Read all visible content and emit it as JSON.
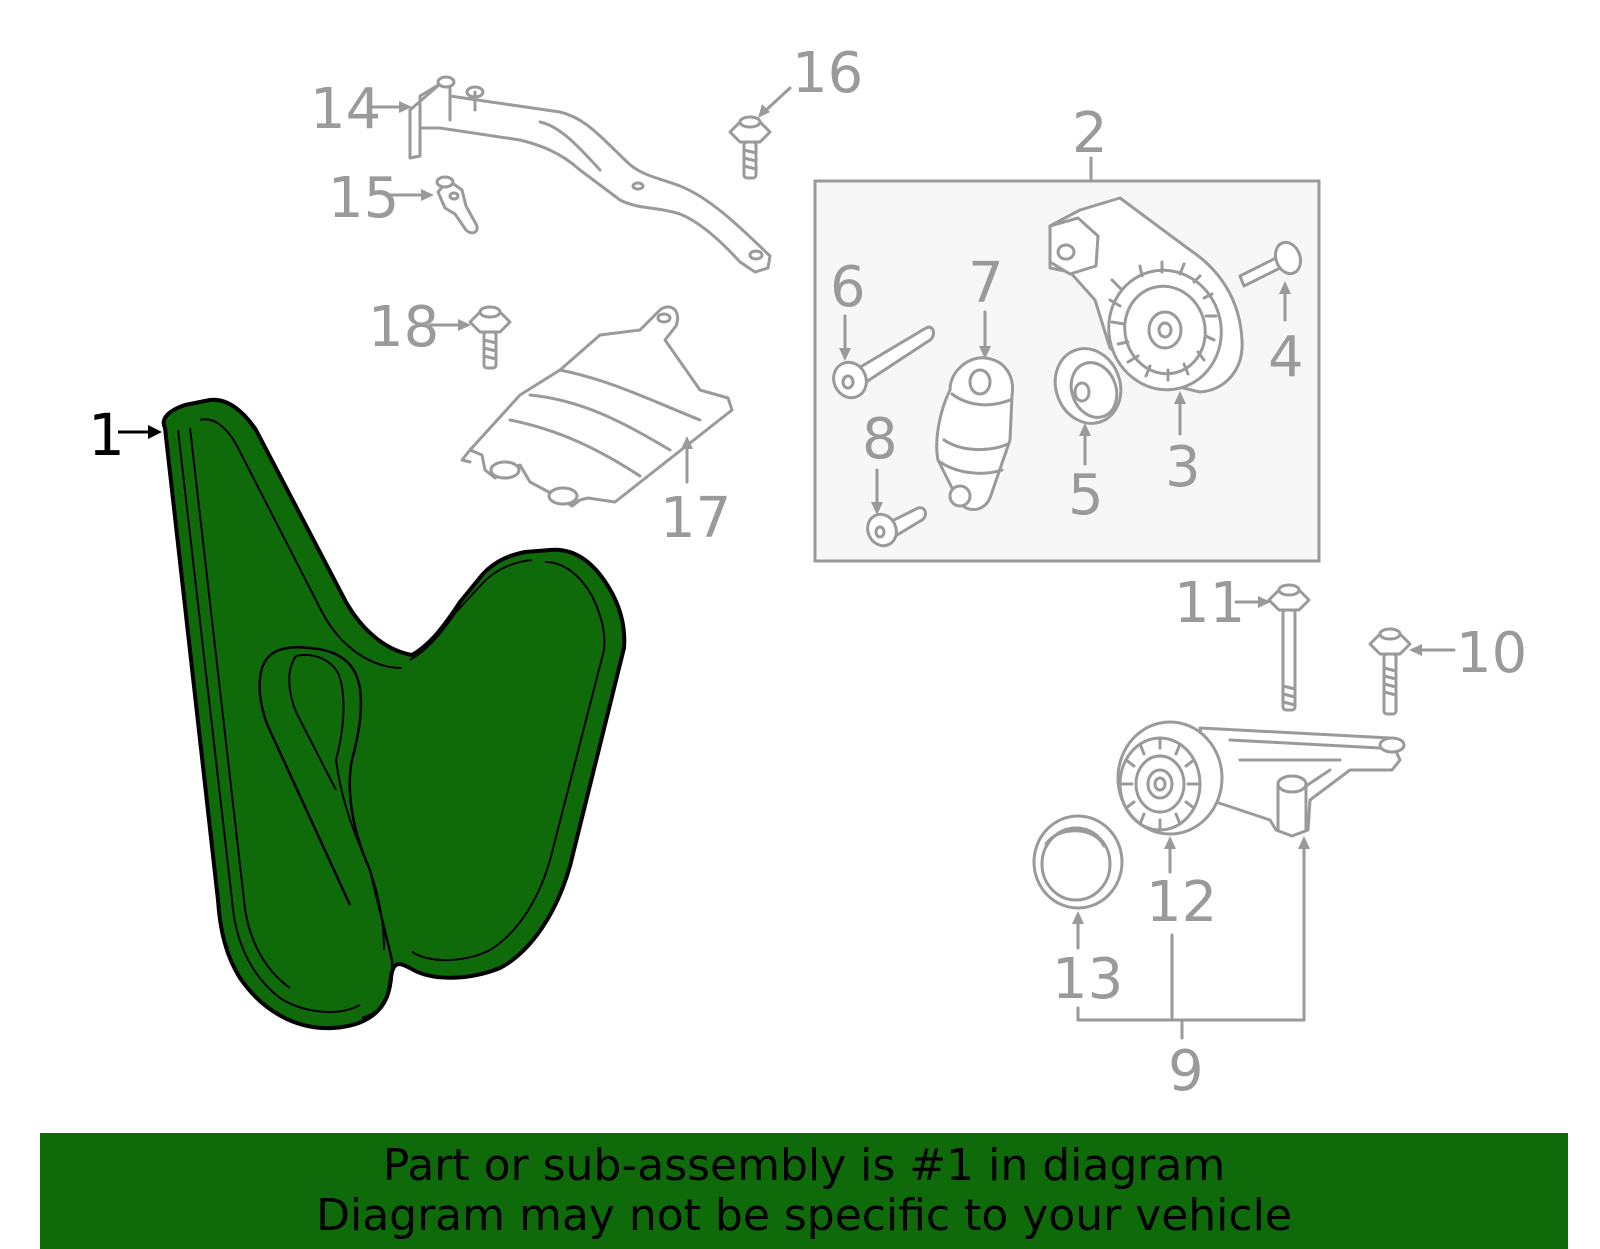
{
  "callouts": {
    "c1": "1",
    "c2": "2",
    "c3": "3",
    "c4": "4",
    "c5": "5",
    "c6": "6",
    "c7": "7",
    "c8": "8",
    "c9": "9",
    "c10": "10",
    "c11": "11",
    "c12": "12",
    "c13": "13",
    "c14": "14",
    "c15": "15",
    "c16": "16",
    "c17": "17",
    "c18": "18"
  },
  "banner": {
    "line1": "Part or sub-assembly is #1 in diagram",
    "line2": "Diagram may not be specific to your vehicle"
  },
  "colors": {
    "highlight": "#0f6a0a",
    "line": "#9a9a9a",
    "box_fill": "#f7f7f7"
  }
}
